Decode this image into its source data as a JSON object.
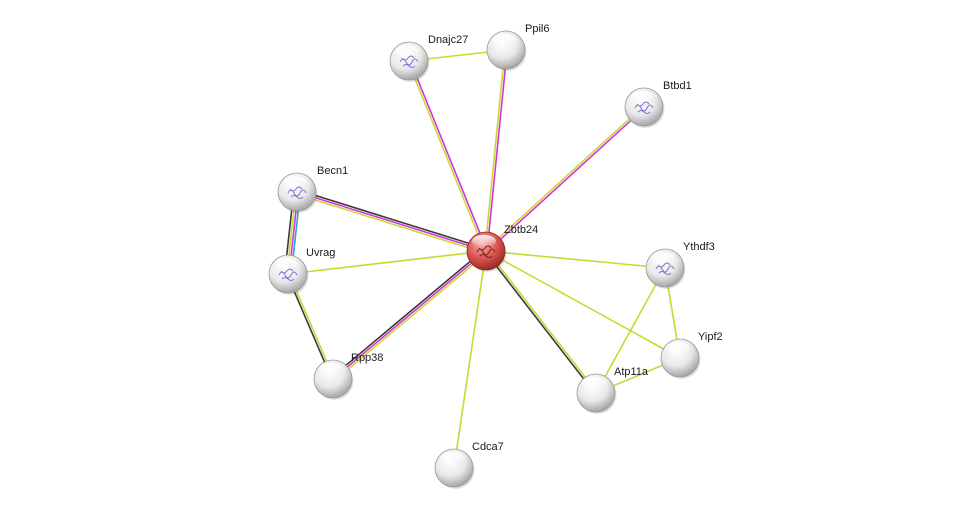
{
  "network": {
    "center_protein": "Zbtb24",
    "colors": {
      "center_node": "#d9534f",
      "node": "#e6e6e6",
      "evidence_textmining": "#c7d930",
      "evidence_experiments": "#d633d6",
      "evidence_coexpression": "#3a3a3a",
      "evidence_database": "#2aa5c9",
      "evidence_gene_fusion": "#e0404a"
    },
    "nodes": [
      {
        "id": "Zbtb24",
        "label": "Zbtb24",
        "icon": "protein-structure-icon",
        "center": true
      },
      {
        "id": "Dnajc27",
        "label": "Dnajc27",
        "icon": "protein-structure-icon"
      },
      {
        "id": "Ppil6",
        "label": "Ppil6",
        "icon": ""
      },
      {
        "id": "Btbd1",
        "label": "Btbd1",
        "icon": "protein-structure-icon"
      },
      {
        "id": "Becn1",
        "label": "Becn1",
        "icon": "protein-structure-icon"
      },
      {
        "id": "Uvrag",
        "label": "Uvrag",
        "icon": "protein-structure-icon"
      },
      {
        "id": "Rpp38",
        "label": "Rpp38",
        "icon": ""
      },
      {
        "id": "Cdca7",
        "label": "Cdca7",
        "icon": ""
      },
      {
        "id": "Ythdf3",
        "label": "Ythdf3",
        "icon": "protein-structure-icon"
      },
      {
        "id": "Yipf2",
        "label": "Yipf2",
        "icon": ""
      },
      {
        "id": "Atp11a",
        "label": "Atp11a",
        "icon": ""
      }
    ],
    "edges": [
      {
        "source": "Zbtb24",
        "target": "Dnajc27",
        "evidence": [
          "textmining",
          "experiments"
        ]
      },
      {
        "source": "Zbtb24",
        "target": "Ppil6",
        "evidence": [
          "textmining",
          "experiments"
        ]
      },
      {
        "source": "Dnajc27",
        "target": "Ppil6",
        "evidence": [
          "textmining"
        ]
      },
      {
        "source": "Zbtb24",
        "target": "Btbd1",
        "evidence": [
          "textmining",
          "experiments"
        ]
      },
      {
        "source": "Zbtb24",
        "target": "Becn1",
        "evidence": [
          "textmining",
          "experiments",
          "coexpression"
        ]
      },
      {
        "source": "Zbtb24",
        "target": "Uvrag",
        "evidence": [
          "textmining"
        ]
      },
      {
        "source": "Zbtb24",
        "target": "Rpp38",
        "evidence": [
          "textmining",
          "experiments",
          "coexpression"
        ]
      },
      {
        "source": "Zbtb24",
        "target": "Cdca7",
        "evidence": [
          "textmining"
        ]
      },
      {
        "source": "Zbtb24",
        "target": "Ythdf3",
        "evidence": [
          "textmining"
        ]
      },
      {
        "source": "Zbtb24",
        "target": "Yipf2",
        "evidence": [
          "textmining"
        ]
      },
      {
        "source": "Zbtb24",
        "target": "Atp11a",
        "evidence": [
          "textmining",
          "coexpression"
        ]
      },
      {
        "source": "Becn1",
        "target": "Uvrag",
        "evidence": [
          "database",
          "experiments",
          "textmining",
          "coexpression"
        ]
      },
      {
        "source": "Uvrag",
        "target": "Rpp38",
        "evidence": [
          "textmining",
          "coexpression"
        ]
      },
      {
        "source": "Ythdf3",
        "target": "Yipf2",
        "evidence": [
          "textmining"
        ]
      },
      {
        "source": "Ythdf3",
        "target": "Atp11a",
        "evidence": [
          "textmining"
        ]
      },
      {
        "source": "Yipf2",
        "target": "Atp11a",
        "evidence": [
          "textmining"
        ]
      }
    ]
  }
}
